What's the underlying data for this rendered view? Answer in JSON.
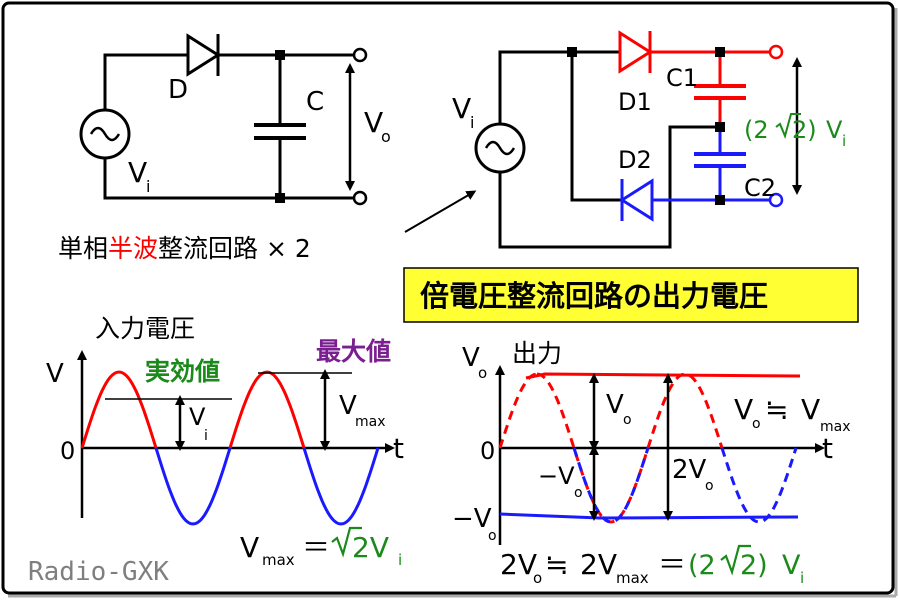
{
  "colors": {
    "black": "#000000",
    "red": "#ff0000",
    "blue": "#1a1aff",
    "green": "#1b8a1b",
    "purple": "#7a1f8f",
    "highlight": "#ffff33",
    "gray": "#7f7f7f"
  },
  "circuit1": {
    "diode_label": "D",
    "capacitor_label": "C",
    "source_label": "V",
    "source_sub": "i",
    "output_label": "V",
    "output_sub": "o"
  },
  "caption": {
    "part1": "単相",
    "part2": "半波",
    "part3": "整流回路 × 2"
  },
  "circuit2": {
    "source_label": "V",
    "source_sub": "i",
    "d1": "D1",
    "d2": "D2",
    "c1": "C1",
    "c2": "C2",
    "output_prefix": "(2",
    "output_root": "2)",
    "output_v": "V",
    "output_sub": "i"
  },
  "banner": "倍電圧整流回路の出力電圧",
  "input_graph": {
    "title": "入力電圧",
    "axis_v": "V",
    "axis_t": "t",
    "origin": "0",
    "effective_label": "実効値",
    "peak_label": "最大値",
    "vi": "V",
    "vi_sub": "i",
    "vmax": "V",
    "vmax_sub": "max",
    "formula_left": "V",
    "formula_sub": "max",
    "formula_eq": "＝",
    "formula_right": "2V",
    "formula_right_sub": "i"
  },
  "output_graph": {
    "axis_v": "V",
    "axis_v_sub": "o",
    "title": "出力",
    "axis_t": "t",
    "origin": "0",
    "neg_vo": "−V",
    "neg_vo_sub": "o",
    "neg_vo_axis": "−V",
    "neg_vo_axis_sub": "o",
    "vo": "V",
    "vo_sub": "o",
    "two_vo": "2V",
    "two_vo_sub": "o",
    "approx_left": "V",
    "approx_left_sub": "o",
    "approx_sign": "≒",
    "approx_right": "V",
    "approx_right_sub": "max"
  },
  "bottom_formula": {
    "a": "2V",
    "a_sub": "o",
    "approx": "≒",
    "b": "2V",
    "b_sub": "max",
    "eq": "＝",
    "c_prefix": "(2",
    "c_root": "2)",
    "c_v": "V",
    "c_sub": "i"
  },
  "watermark": "Radio-GXK"
}
